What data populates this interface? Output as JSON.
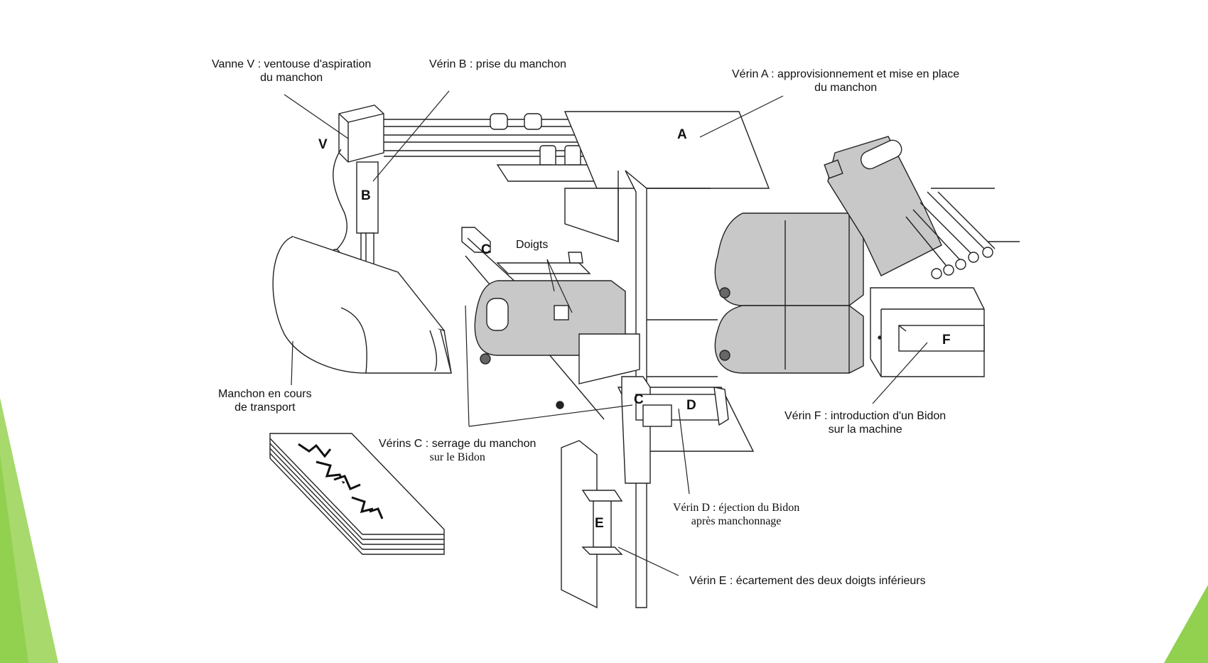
{
  "labels": {
    "vanne_v": {
      "line1": "Vanne V : ventouse d'aspiration",
      "line2": "du manchon"
    },
    "verin_b": {
      "line1": "Vérin B : prise du manchon"
    },
    "verin_a": {
      "line1": "Vérin A : approvisionnement et mise en place",
      "line2": "du manchon"
    },
    "doigts": {
      "line1": "Doigts"
    },
    "manchon": {
      "line1": "Manchon en cours",
      "line2": "de transport"
    },
    "verins_c": {
      "line1": "Vérins C : serrage du manchon",
      "line2": "sur le Bidon"
    },
    "verin_f": {
      "line1": "Vérin F : introduction d'un Bidon",
      "line2": "sur la machine"
    },
    "verin_d": {
      "line1": "Vérin D : éjection du Bidon",
      "line2": "après manchonnage"
    },
    "verin_e": {
      "line1": "Vérin E : écartement des deux doigts inférieurs"
    }
  },
  "letters": {
    "a": "A",
    "b": "B",
    "v": "V",
    "c1": "C",
    "c2": "C",
    "d": "D",
    "e": "E",
    "f": "F"
  },
  "colors": {
    "accent_green": "#92d050",
    "accent_green_light": "#b5e07f",
    "part_gray": "#c8c8c8",
    "line": "#222222"
  }
}
